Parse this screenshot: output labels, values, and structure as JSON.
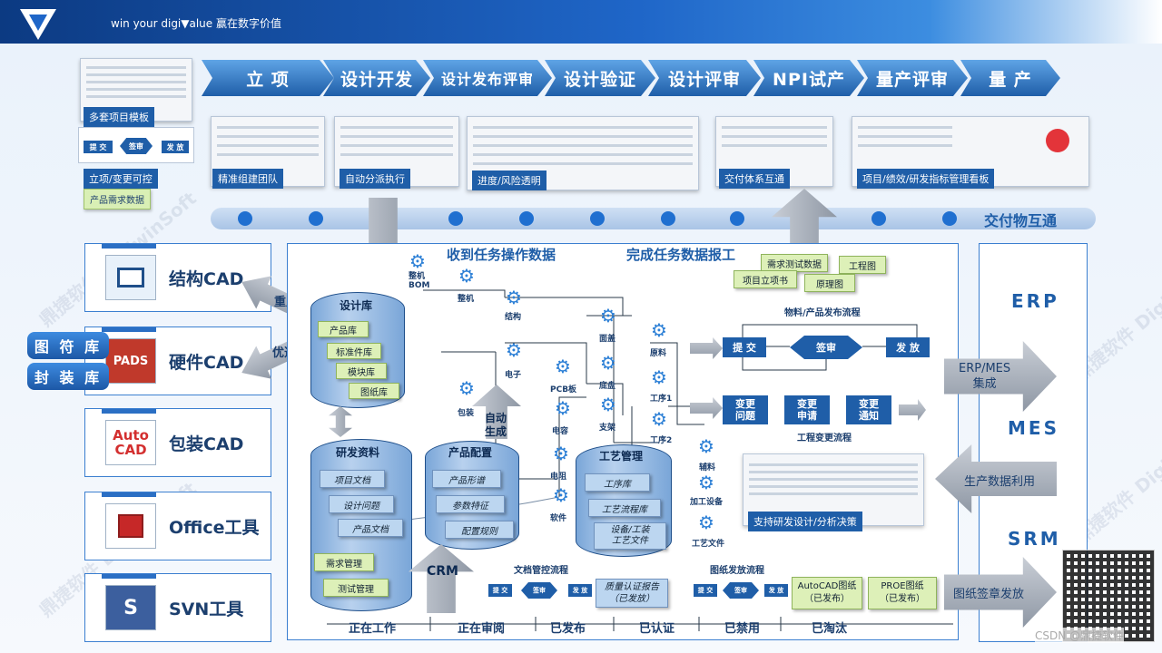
{
  "header": {
    "slogan": "win your digi▼alue 赢在数字价值"
  },
  "stages": [
    "立 项",
    "设计开发",
    "设计发布评审",
    "设计验证",
    "设计评审",
    "NPI试产",
    "量产评审",
    "量 产"
  ],
  "top_panels": {
    "template": "多套项目模板",
    "team": "精准组建团队",
    "dispatch": "自动分派执行",
    "progress": "进度/风险透明",
    "delivery": "交付体系互通",
    "dashboard": "项目/绩效/研发指标管理看板"
  },
  "mini_flow": {
    "submit": "提 交",
    "sign": "签审",
    "publish": "发 放"
  },
  "side_notes": {
    "approve": "立项/变更可控",
    "demand": "产品需求数据"
  },
  "timeline_label": "交付物互通",
  "left_tools": [
    "结构CAD",
    "硬件CAD",
    "包装CAD",
    "Office工具",
    "SVN工具"
  ],
  "left_icons": {
    "pads": "PADS",
    "autocad": "Auto CAD"
  },
  "libs": [
    "图 符 库",
    "封 装 库"
  ],
  "arrow_labels": {
    "reuse": "重用",
    "optimize": "优选",
    "auto_gen": "自动\n生成"
  },
  "center": {
    "receive": "收到任务操作数据",
    "complete": "完成任务数据报工",
    "design_lib": "设计库",
    "design_lib_items": [
      "产品库",
      "标准件库",
      "模块库",
      "图纸库"
    ],
    "rd_docs": "研发资料",
    "rd_items": [
      "项目文档",
      "设计问题",
      "产品文档",
      "需求管理",
      "测试管理"
    ],
    "product_cfg": "产品配置",
    "cfg_items": [
      "产品形谱",
      "参数特征",
      "配置规则"
    ],
    "process_mgmt": "工艺管理",
    "process_items": [
      "工序库",
      "工艺流程库",
      "设备/工装\n工艺文件"
    ],
    "crm": "CRM"
  },
  "gears": [
    "整机\nBOM",
    "整机",
    "结构",
    "电子",
    "包装",
    "面盖",
    "底盘",
    "支架",
    "PCB板",
    "电容",
    "电阻",
    "软件",
    "原料",
    "工序1",
    "工序2",
    "辅料",
    "加工设备",
    "工艺文件"
  ],
  "doc_notes": {
    "req": "需求测试数据",
    "drawing": "工程图",
    "project": "项目立项书",
    "schematic": "原理图"
  },
  "release_flow": {
    "title": "物料/产品发布流程",
    "submit": "提 交",
    "sign": "签审",
    "publish": "发 放"
  },
  "change_flow": {
    "title": "工程变更流程",
    "issue": "变更\n问题",
    "request": "变更\n申请",
    "notice": "变更\n通知"
  },
  "support": "支持研发设计/分析决策",
  "right": {
    "erp": "ERP",
    "erp_mes": "ERP/MES\n集成",
    "mes": "MES",
    "production": "生产数据利用",
    "srm": "SRM",
    "sign_release": "图纸签章发放"
  },
  "bottom_flows": {
    "doc": "文档管控流程",
    "drawing": "图纸发放流程",
    "quality": "质量认证报告\n（已发放）",
    "autocad": "AutoCAD图纸\n（已发布）",
    "proe": "PROE图纸\n（已发布）"
  },
  "bottom_mini": {
    "submit": "提 交",
    "sign": "签审",
    "publish": "发 放"
  },
  "statuses": [
    "正在工作",
    "正在审阅",
    "已发布",
    "已认证",
    "已禁用",
    "已淘汰"
  ],
  "watermark": "鼎捷软件 DigiwinSoft",
  "footer": "CSDN @鼎捷软件"
}
